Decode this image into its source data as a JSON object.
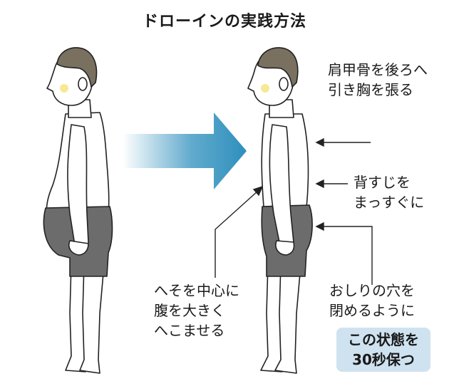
{
  "title": "ドローインの実践方法",
  "labels": {
    "shoulder": {
      "line1": "肩甲骨を後ろへ",
      "line2": "引き胸を張る"
    },
    "spine": {
      "line1": "背すじを",
      "line2": "まっすぐに"
    },
    "hips": {
      "line1": "おしりの穴を",
      "line2": "閉めるように"
    },
    "belly": {
      "line1": "へそを中心に",
      "line2": "腹を大きく",
      "line3": "へこませる"
    }
  },
  "note": {
    "line1": "この状態を",
    "line2": "30秒保つ"
  },
  "colors": {
    "arrow": "#2e8fbd",
    "note_bg": "#cfe2f0",
    "shorts": "#6c6c6c",
    "hair": "#7a7060",
    "skin": "#ffffff"
  }
}
